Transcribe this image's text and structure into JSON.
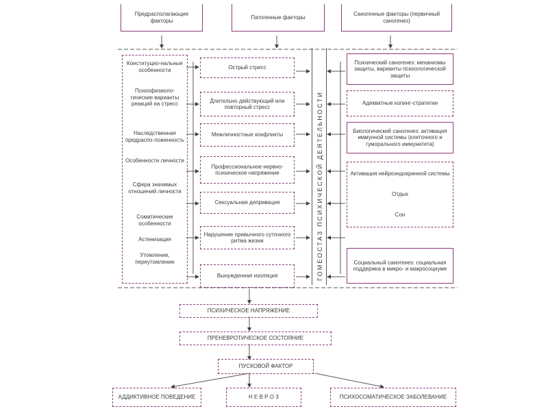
{
  "top": {
    "predisposing": "Предрасполагающие факторы",
    "pathogenic": "Патогенные факторы",
    "sanogenic": "Саногенные факторы (первичный саногенез)"
  },
  "predisposing_items": [
    "Конституцио-нальные особенности",
    "Психофизиоло-гические варианты реакций на стресс",
    "Наследственная предраспо-ложенность",
    "Особенности личности",
    "Сфера значимых отношений личности",
    "Соматические особенности",
    "Астенизация",
    "Утомление, переутомление"
  ],
  "stress_factors": [
    "Острый стресс",
    "Длительно действующий или повторный стресс",
    "Межличностные конфликты",
    "Профессиональное нервно-психическое напряжение",
    "Сексуальная депривация",
    "Нарушение привычного суточного ритма жизни",
    "Вынужденная изоляция"
  ],
  "center_label": "ГОМЕОСТАЗ ПСИХИЧЕСКОЙ ДЕЯТЕЛЬНОСТИ",
  "sanogenesis": {
    "psych": "Психический саногенез: механизмы защиты, варианты психологической защиты",
    "coping": "Адекватные копинг-стратегии",
    "bio": "Биологический саногенез: активация иммунной системы (клеточного и гуморального иммунитета)",
    "neuro": "Активация нейроэндокринной системы",
    "rest": "Отдых",
    "sleep": "Сон",
    "social": "Социальный саногенез: социальная поддержка в микро- и макросоциуме"
  },
  "flow": {
    "tension": "ПСИХИЧЕСКОЕ НАПРЯЖЕНИЕ",
    "preneurotic": "ПРЕНЕВРОТИЧЕСКОЕ СОСТОЯНИЕ",
    "trigger": "ПУСКОВОЙ ФАКТОР"
  },
  "outcomes": {
    "addictive": "АДДИКТИВНОЕ ПОВЕДЕНИЕ",
    "neurosis": "Н Е В Р О З",
    "psychosomatic": "ПСИХОСОМАТИЧЕСКОЕ ЗАБОЛЕВАНИЕ"
  },
  "colors": {
    "border": "#8a3a7a",
    "text": "#3a3a3a",
    "line": "#444444"
  }
}
